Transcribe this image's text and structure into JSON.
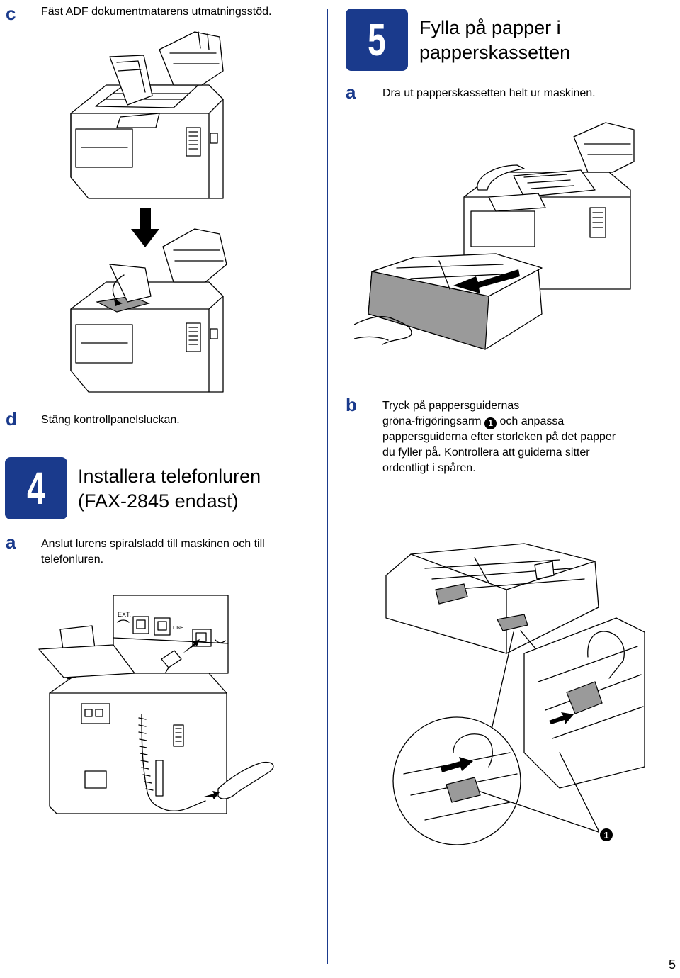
{
  "left": {
    "step_c": {
      "letter": "c",
      "text": "Fäst ADF dokumentmatarens utmatningsstöd."
    },
    "step_d": {
      "letter": "d",
      "text": "Stäng kontrollpanelsluckan."
    },
    "section4": {
      "number": "4",
      "title_line1": "Installera telefonluren",
      "title_line2": "(FAX-2845 endast)"
    },
    "step_a": {
      "letter": "a",
      "text_line1": "Anslut lurens spiralsladd till maskinen och till",
      "text_line2": "telefonluren."
    },
    "port_labels": {
      "ext": "EXT.",
      "line": "LINE"
    }
  },
  "right": {
    "section5": {
      "number": "5",
      "title_line1": "Fylla på papper i",
      "title_line2": "papperskassetten"
    },
    "step_a": {
      "letter": "a",
      "text": "Dra ut papperskassetten helt ur maskinen."
    },
    "step_b": {
      "letter": "b",
      "line1": "Tryck på pappersguidernas",
      "line2a": "gröna-frigöringsarm",
      "callout": "1",
      "line2b": "och anpassa",
      "line3": "pappersguiderna efter storleken på det papper",
      "line4": "du fyller på. Kontrollera att guiderna sitter",
      "line5": "ordentligt i spåren."
    },
    "callout_label": "1"
  },
  "page_number": "5",
  "colors": {
    "accent": "#1a3a8c",
    "text": "#000000"
  }
}
